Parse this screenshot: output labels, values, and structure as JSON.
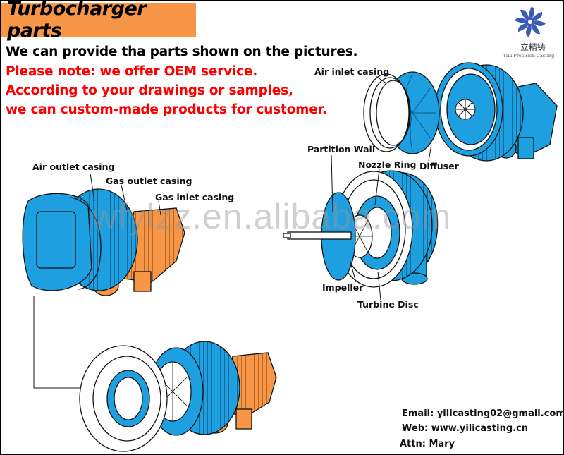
{
  "title": "Turbocharger parts",
  "lines": {
    "l1": "We can provide tha parts shown on the pictures.",
    "l2": "Please note: we offer OEM service.",
    "l3": "According to your drawings or samples,",
    "l4": "we can custom-made products for customer."
  },
  "logo": {
    "name": "一立精铸",
    "subtitle": "YiLi Precision Casting"
  },
  "labels": {
    "air_inlet_casing": "Air inlet casing",
    "diffuser": "Diffuser",
    "partition_wall": "Partition Wall",
    "nozzle_ring": "Nozzle Ring",
    "impeller": "Impeller",
    "turbine_disc": "Turbine Disc",
    "air_outlet_casing": "Air outlet casing",
    "gas_outlet_casing": "Gas outlet casing",
    "gas_inlet_casing": "Gas inlet casing"
  },
  "watermark": "wfylzz.en.alibaba.com",
  "contact": {
    "email": "Email: yilicasting02@gmail.com",
    "web": "Web: www.yilicasting.cn",
    "attn": "Attn: Mary"
  },
  "colors": {
    "orange": "#f79646",
    "blue": "#1e9fe0",
    "red": "#ff0000"
  }
}
